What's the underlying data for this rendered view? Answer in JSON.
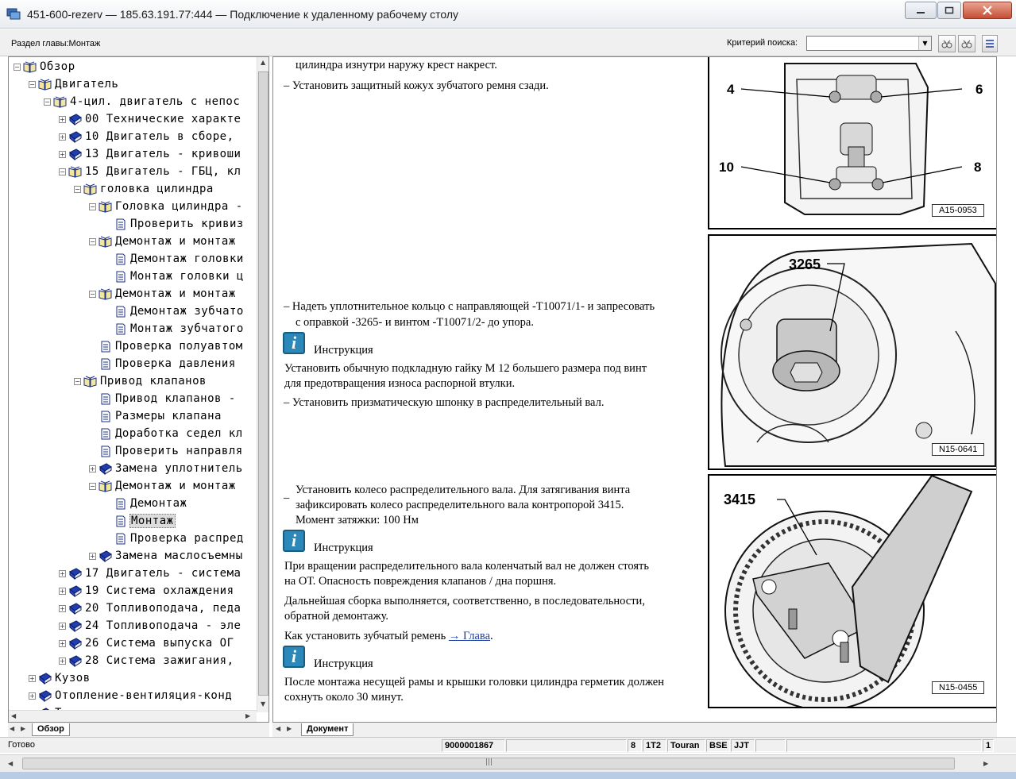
{
  "window": {
    "title": "451-600-rezerv — 185.63.191.77:444 — Подключение к удаленному рабочему столу"
  },
  "toolbar": {
    "section_label": "Раздел главы:Монтаж",
    "search_label": "Критерий поиска:",
    "search_value": ""
  },
  "tree": {
    "items": [
      {
        "label": "Обзор",
        "level": 0,
        "expander": "minus",
        "icon": "open-book"
      },
      {
        "label": "Двигатель",
        "level": 1,
        "expander": "minus",
        "icon": "open-book"
      },
      {
        "label": "4-цил. двигатель с непос",
        "level": 2,
        "expander": "minus",
        "icon": "open-book"
      },
      {
        "label": "00 Технические характе",
        "level": 3,
        "expander": "plus",
        "icon": "closed-book"
      },
      {
        "label": "10 Двигатель в сборе,",
        "level": 3,
        "expander": "plus",
        "icon": "closed-book"
      },
      {
        "label": "13 Двигатель - кривоши",
        "level": 3,
        "expander": "plus",
        "icon": "closed-book"
      },
      {
        "label": "15 Двигатель - ГБЦ, кл",
        "level": 3,
        "expander": "minus",
        "icon": "open-book"
      },
      {
        "label": "головка цилиндра",
        "level": 4,
        "expander": "minus",
        "icon": "open-book"
      },
      {
        "label": "Головка цилиндра -",
        "level": 5,
        "expander": "minus",
        "icon": "open-book"
      },
      {
        "label": "Проверить кривиз",
        "level": 6,
        "expander": "none",
        "icon": "page"
      },
      {
        "label": "Демонтаж и монтаж",
        "level": 5,
        "expander": "minus",
        "icon": "open-book"
      },
      {
        "label": "Демонтаж головки",
        "level": 6,
        "expander": "none",
        "icon": "page"
      },
      {
        "label": "Монтаж головки ц",
        "level": 6,
        "expander": "none",
        "icon": "page"
      },
      {
        "label": "Демонтаж и монтаж",
        "level": 5,
        "expander": "minus",
        "icon": "open-book"
      },
      {
        "label": "Демонтаж зубчато",
        "level": 6,
        "expander": "none",
        "icon": "page"
      },
      {
        "label": "Монтаж зубчатого",
        "level": 6,
        "expander": "none",
        "icon": "page"
      },
      {
        "label": "Проверка полуавтом",
        "level": 5,
        "expander": "none",
        "icon": "page"
      },
      {
        "label": "Проверка давления",
        "level": 5,
        "expander": "none",
        "icon": "page"
      },
      {
        "label": "Привод клапанов",
        "level": 4,
        "expander": "minus",
        "icon": "open-book"
      },
      {
        "label": "Привод клапанов -",
        "level": 5,
        "expander": "none",
        "icon": "page"
      },
      {
        "label": "Размеры клапана",
        "level": 5,
        "expander": "none",
        "icon": "page"
      },
      {
        "label": "Доработка седел кл",
        "level": 5,
        "expander": "none",
        "icon": "page"
      },
      {
        "label": "Проверить направля",
        "level": 5,
        "expander": "none",
        "icon": "page"
      },
      {
        "label": "Замена уплотнитель",
        "level": 5,
        "expander": "plus",
        "icon": "closed-book"
      },
      {
        "label": "Демонтаж и монтаж",
        "level": 5,
        "expander": "minus",
        "icon": "open-book"
      },
      {
        "label": "Демонтаж",
        "level": 6,
        "expander": "none",
        "icon": "page"
      },
      {
        "label": "Монтаж",
        "level": 6,
        "expander": "none",
        "icon": "page",
        "selected": true
      },
      {
        "label": "Проверка распред",
        "level": 6,
        "expander": "none",
        "icon": "page"
      },
      {
        "label": "Замена маслосъемны",
        "level": 5,
        "expander": "plus",
        "icon": "closed-book"
      },
      {
        "label": "17 Двигатель - система",
        "level": 3,
        "expander": "plus",
        "icon": "closed-book"
      },
      {
        "label": "19 Система охлаждения",
        "level": 3,
        "expander": "plus",
        "icon": "closed-book"
      },
      {
        "label": "20 Топливоподача, педа",
        "level": 3,
        "expander": "plus",
        "icon": "closed-book"
      },
      {
        "label": "24 Топливоподача - эле",
        "level": 3,
        "expander": "plus",
        "icon": "closed-book"
      },
      {
        "label": "26 Система выпуска ОГ",
        "level": 3,
        "expander": "plus",
        "icon": "closed-book"
      },
      {
        "label": "28 Система зажигания,",
        "level": 3,
        "expander": "plus",
        "icon": "closed-book"
      },
      {
        "label": "Кузов",
        "level": 1,
        "expander": "plus",
        "icon": "closed-book"
      },
      {
        "label": "Отопление-вентиляция-конд",
        "level": 1,
        "expander": "plus",
        "icon": "closed-book"
      },
      {
        "label": "Трансмиссия",
        "level": 1,
        "expander": "plus",
        "icon": "closed-book"
      }
    ],
    "tab_label": "Обзор"
  },
  "document": {
    "paragraphs": {
      "p1": "цилиндра изнутри наружу крест накрест.",
      "p2": "–  Установить защитный кожух зубчатого ремня сзади.",
      "p3a": "– Надеть уплотнительное кольцо с направляющей -T10071/1- и запресовать",
      "p3b": "с оправкой -3265- и винтом -T10071/2- до упора.",
      "instr1_title": "Инструкция",
      "p4a": "Установить обычную подкладную гайку М 12 большего размера под винт",
      "p4b": "для предотвращения износа распорной втулки.",
      "p5": "–  Установить призматическую шпонку в распределительный вал.",
      "p6dash": "–",
      "p6a": "Установить колесо распределительного вала. Для затягивания винта",
      "p6b": "зафиксировать колесо распределительного вала контропорой 3415.",
      "p6c": "Момент затяжки: 100 Нм",
      "instr2_title": "Инструкция",
      "p7a": "При вращении распределительного вала коленчатый вал не должен стоять",
      "p7b": "на ОТ. Опасность повреждения клапанов / дна поршня.",
      "p8a": "Дальнейшая сборка выполняется, соответственно, в последовательности,",
      "p8b": "обратной демонтажу.",
      "p9_prefix": "Как установить зубчатый ремень ",
      "p9_link": "→ Глава",
      "p9_suffix": ".",
      "instr3_title": "Инструкция",
      "p10a": "После монтажа несущей рамы и крышки головки цилиндра герметик должен",
      "p10b": "сохнуть около 30 минут."
    },
    "figures": {
      "fig1": {
        "code": "A15-0953",
        "labels": [
          "4",
          "6",
          "10",
          "8"
        ]
      },
      "fig2": {
        "code": "N15-0641",
        "labels": [
          "3265"
        ]
      },
      "fig3": {
        "code": "N15-0455",
        "labels": [
          "3415"
        ]
      }
    },
    "tab_label": "Документ"
  },
  "status": {
    "ready": "Готово",
    "fields": [
      "9000001867",
      "",
      "8",
      "1T2",
      "Touran",
      "BSE",
      "JJT",
      "",
      "",
      "1"
    ]
  }
}
